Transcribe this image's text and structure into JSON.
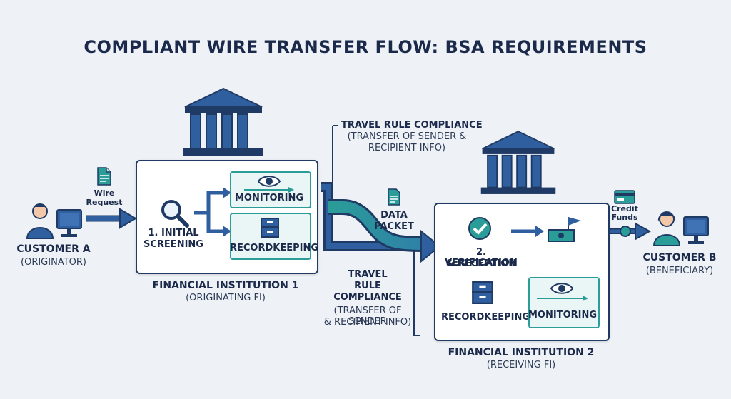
{
  "title": "COMPLIANT WIRE TRANSFER FLOW: BSA REQUIREMENTS",
  "customer_a": {
    "name": "CUSTOMER A",
    "role": "(ORIGINATOR)"
  },
  "customer_b": {
    "name": "CUSTOMER B",
    "role": "(BENEFICIARY)"
  },
  "wire_request": {
    "line1": "Wire",
    "line2": "Request"
  },
  "credit_funds": {
    "line1": "Credit",
    "line2": "Funds"
  },
  "fi1": {
    "name": "FINANCIAL INSTITUTION 1",
    "role": "(ORIGINATING FI)",
    "step": {
      "line1": "1. INITIAL",
      "line2": "SCREENING"
    },
    "monitoring": "MONITORING",
    "recordkeeping": "RECORDKEEPING"
  },
  "fi2": {
    "name": "FINANCIAL INSTITUTION 2",
    "role": "(RECEIVING FI)",
    "step": {
      "line1": "2. VERIFICATION",
      "line2": "& RECEPTION"
    },
    "monitoring": "MONITORING",
    "recordkeeping": "RECORDKEEPING"
  },
  "travel_rule_top": {
    "line1": "TRAVEL RULE COMPLIANCE",
    "line2": "(TRANSFER OF SENDER &",
    "line3": "RECIPIENT INFO)"
  },
  "travel_rule_bottom": {
    "line1": "TRAVEL",
    "line2": "RULE",
    "line3": "COMPLIANCE",
    "line4": "(TRANSFER OF SENDER",
    "line5": "& RECIPIENT INFO)"
  },
  "data_packet": {
    "line1": "DATA",
    "line2": "PACKET"
  },
  "colors": {
    "navy": "#1f3a64",
    "blue": "#2f5f9e",
    "teal": "#2a9d98",
    "light_teal": "#eaf6f6",
    "background": "#eef2f6"
  },
  "icons": [
    "person-icon",
    "computer-icon",
    "document-icon",
    "bank-icon",
    "magnifier-icon",
    "eye-icon",
    "file-box-icon",
    "checkmark-icon",
    "cash-flag-icon",
    "credit-card-icon"
  ]
}
